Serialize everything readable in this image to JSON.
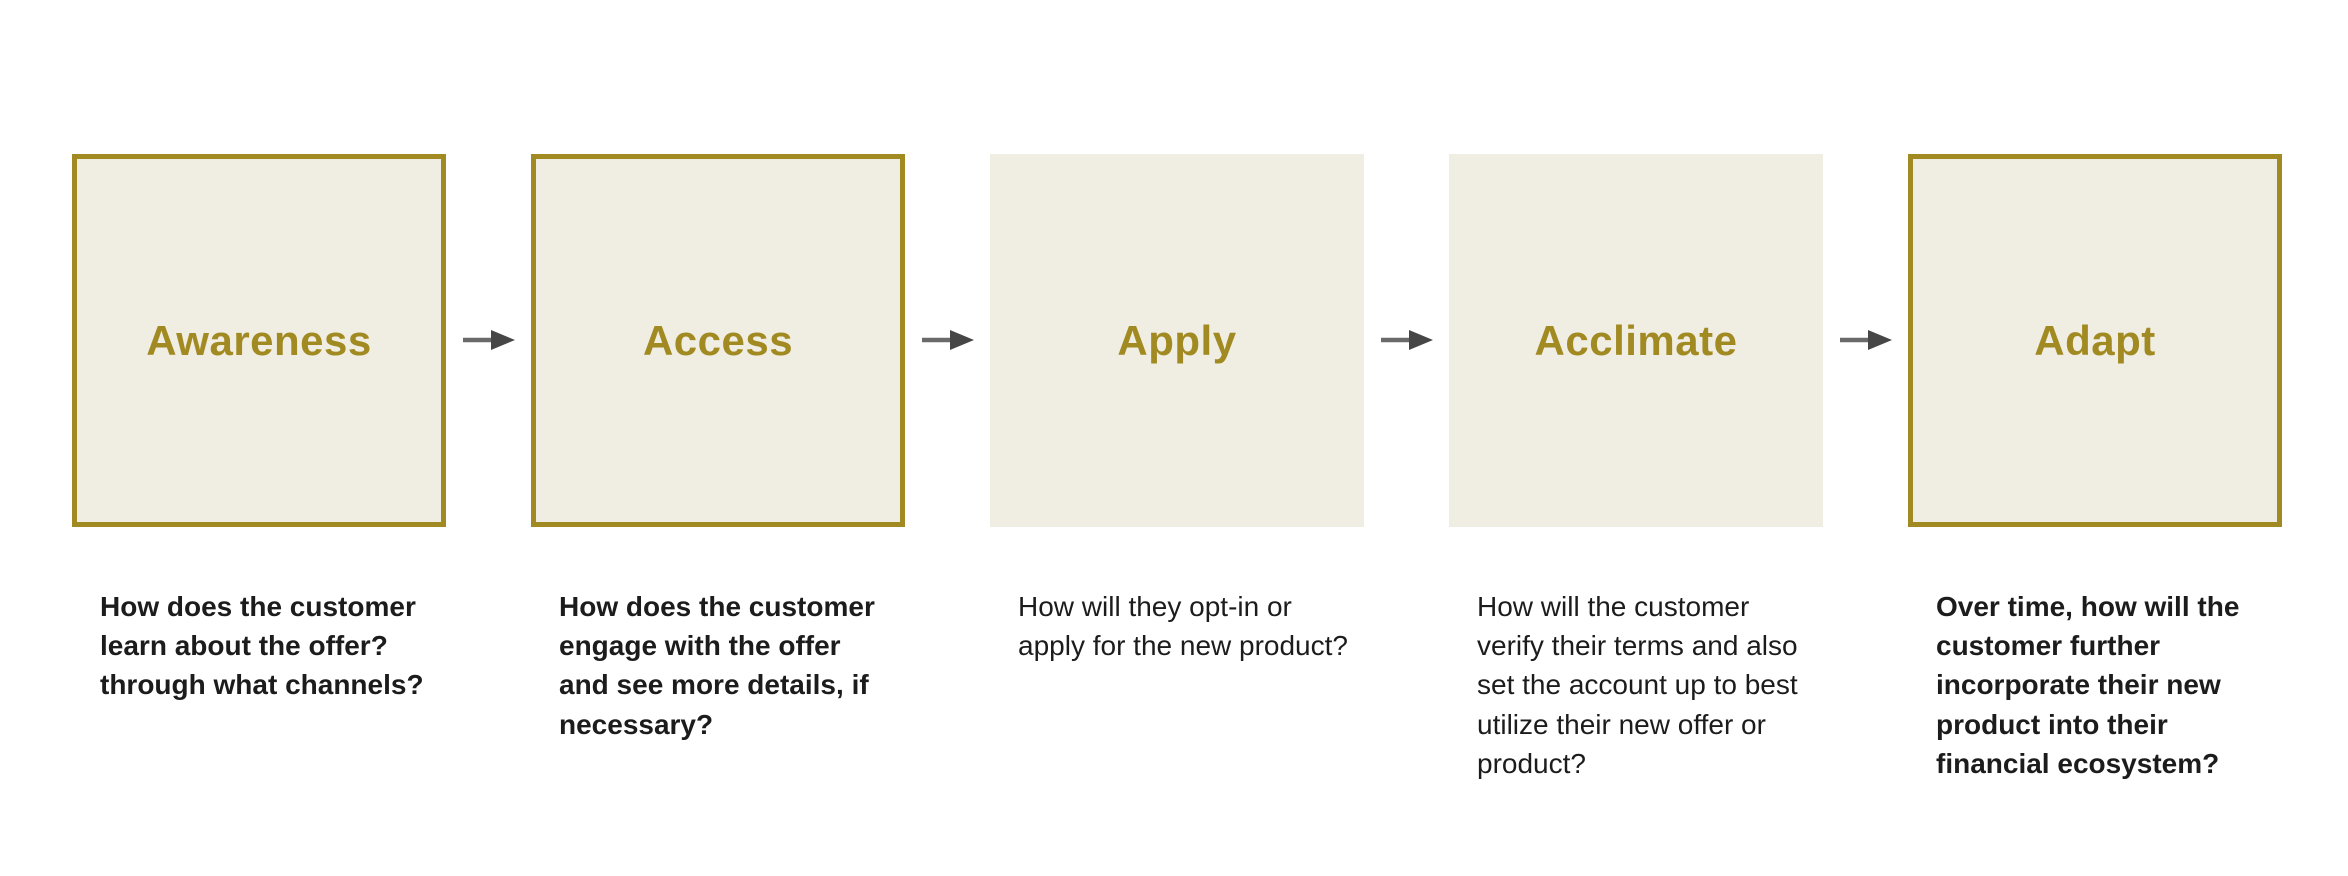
{
  "diagram": {
    "title": "",
    "type": "customer-journey-flow",
    "colors": {
      "background": "#ffffff",
      "box_fill": "#F0EDE2",
      "box_border": "#A28A22",
      "stage_label_text": "#A28A22",
      "description_text": "#1c1c1c",
      "arrow_line": "#6A6A6A",
      "arrow_head": "#464646"
    },
    "stages": [
      {
        "label": "Awareness",
        "bordered": true,
        "description": "How does the customer learn about the offer? through what channels?",
        "description_bold": true
      },
      {
        "label": "Access",
        "bordered": true,
        "description": "How does the customer engage with the offer and see more details, if necessary?",
        "description_bold": true
      },
      {
        "label": "Apply",
        "bordered": false,
        "description": "How will they opt-in or apply for the new product?",
        "description_bold": false
      },
      {
        "label": "Acclimate",
        "bordered": false,
        "description": "How will the customer verify their terms and also set the account up to best utilize their new offer or product?",
        "description_bold": false
      },
      {
        "label": "Adapt",
        "bordered": true,
        "description": "Over time, how will the customer further incorporate their new product into their financial ecosystem?",
        "description_bold": true
      }
    ],
    "connector": "right-arrow"
  }
}
